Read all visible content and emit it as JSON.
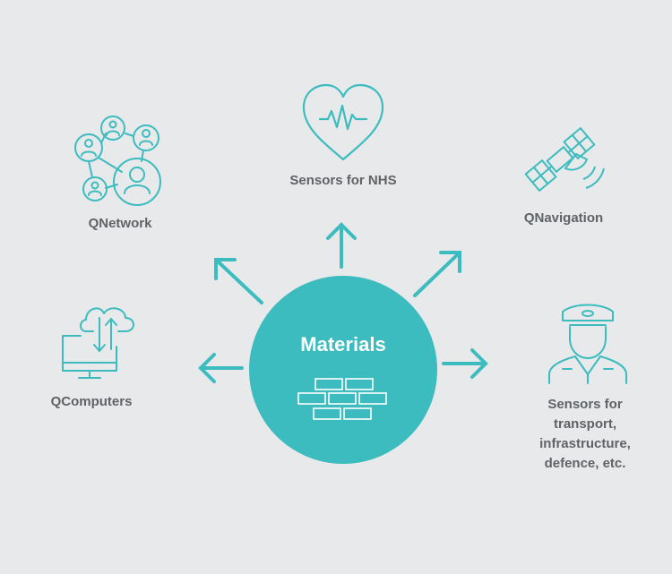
{
  "center": {
    "title": "Materials",
    "icon": "bricks-icon"
  },
  "nodes": {
    "nhs": {
      "label": "Sensors for NHS",
      "icon": "heart-pulse-icon"
    },
    "network": {
      "label": "QNetwork",
      "icon": "network-people-icon"
    },
    "navigation": {
      "label": "QNavigation",
      "icon": "satellite-icon"
    },
    "computers": {
      "label": "QComputers",
      "icon": "cloud-computer-icon"
    },
    "transport": {
      "label_lines": [
        "Sensors for",
        "transport,",
        "infrastructure,",
        "defence, etc."
      ],
      "icon": "officer-icon"
    }
  },
  "colors": {
    "accent": "#3dbcbf",
    "text": "#5f6368",
    "background": "#e8e9ea"
  }
}
